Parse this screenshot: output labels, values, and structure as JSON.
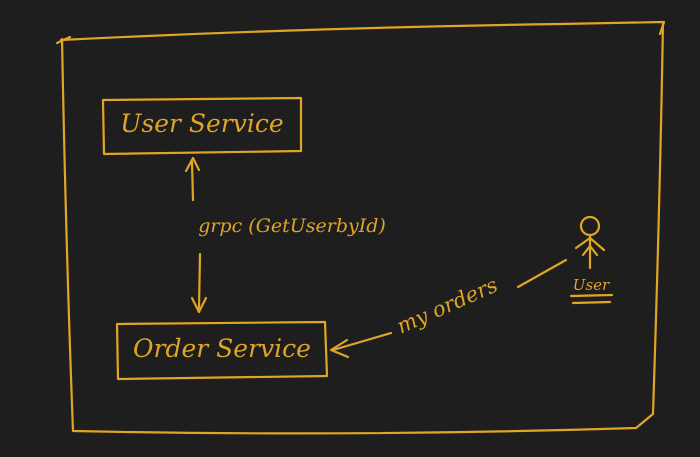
{
  "colors": {
    "background": "#1e1e1e",
    "ink": "#e0a526"
  },
  "diagram": {
    "nodes": {
      "user_service": {
        "label": "User Service"
      },
      "order_service": {
        "label": "Order Service"
      },
      "user_actor": {
        "label": "User",
        "icon": "stick-figure-icon"
      }
    },
    "edges": {
      "grpc_call": {
        "label": "grpc (GetUserbyId)",
        "from": "order_service",
        "to": "user_service"
      },
      "my_orders": {
        "label": "my orders",
        "from": "user_actor",
        "to": "order_service"
      }
    }
  }
}
